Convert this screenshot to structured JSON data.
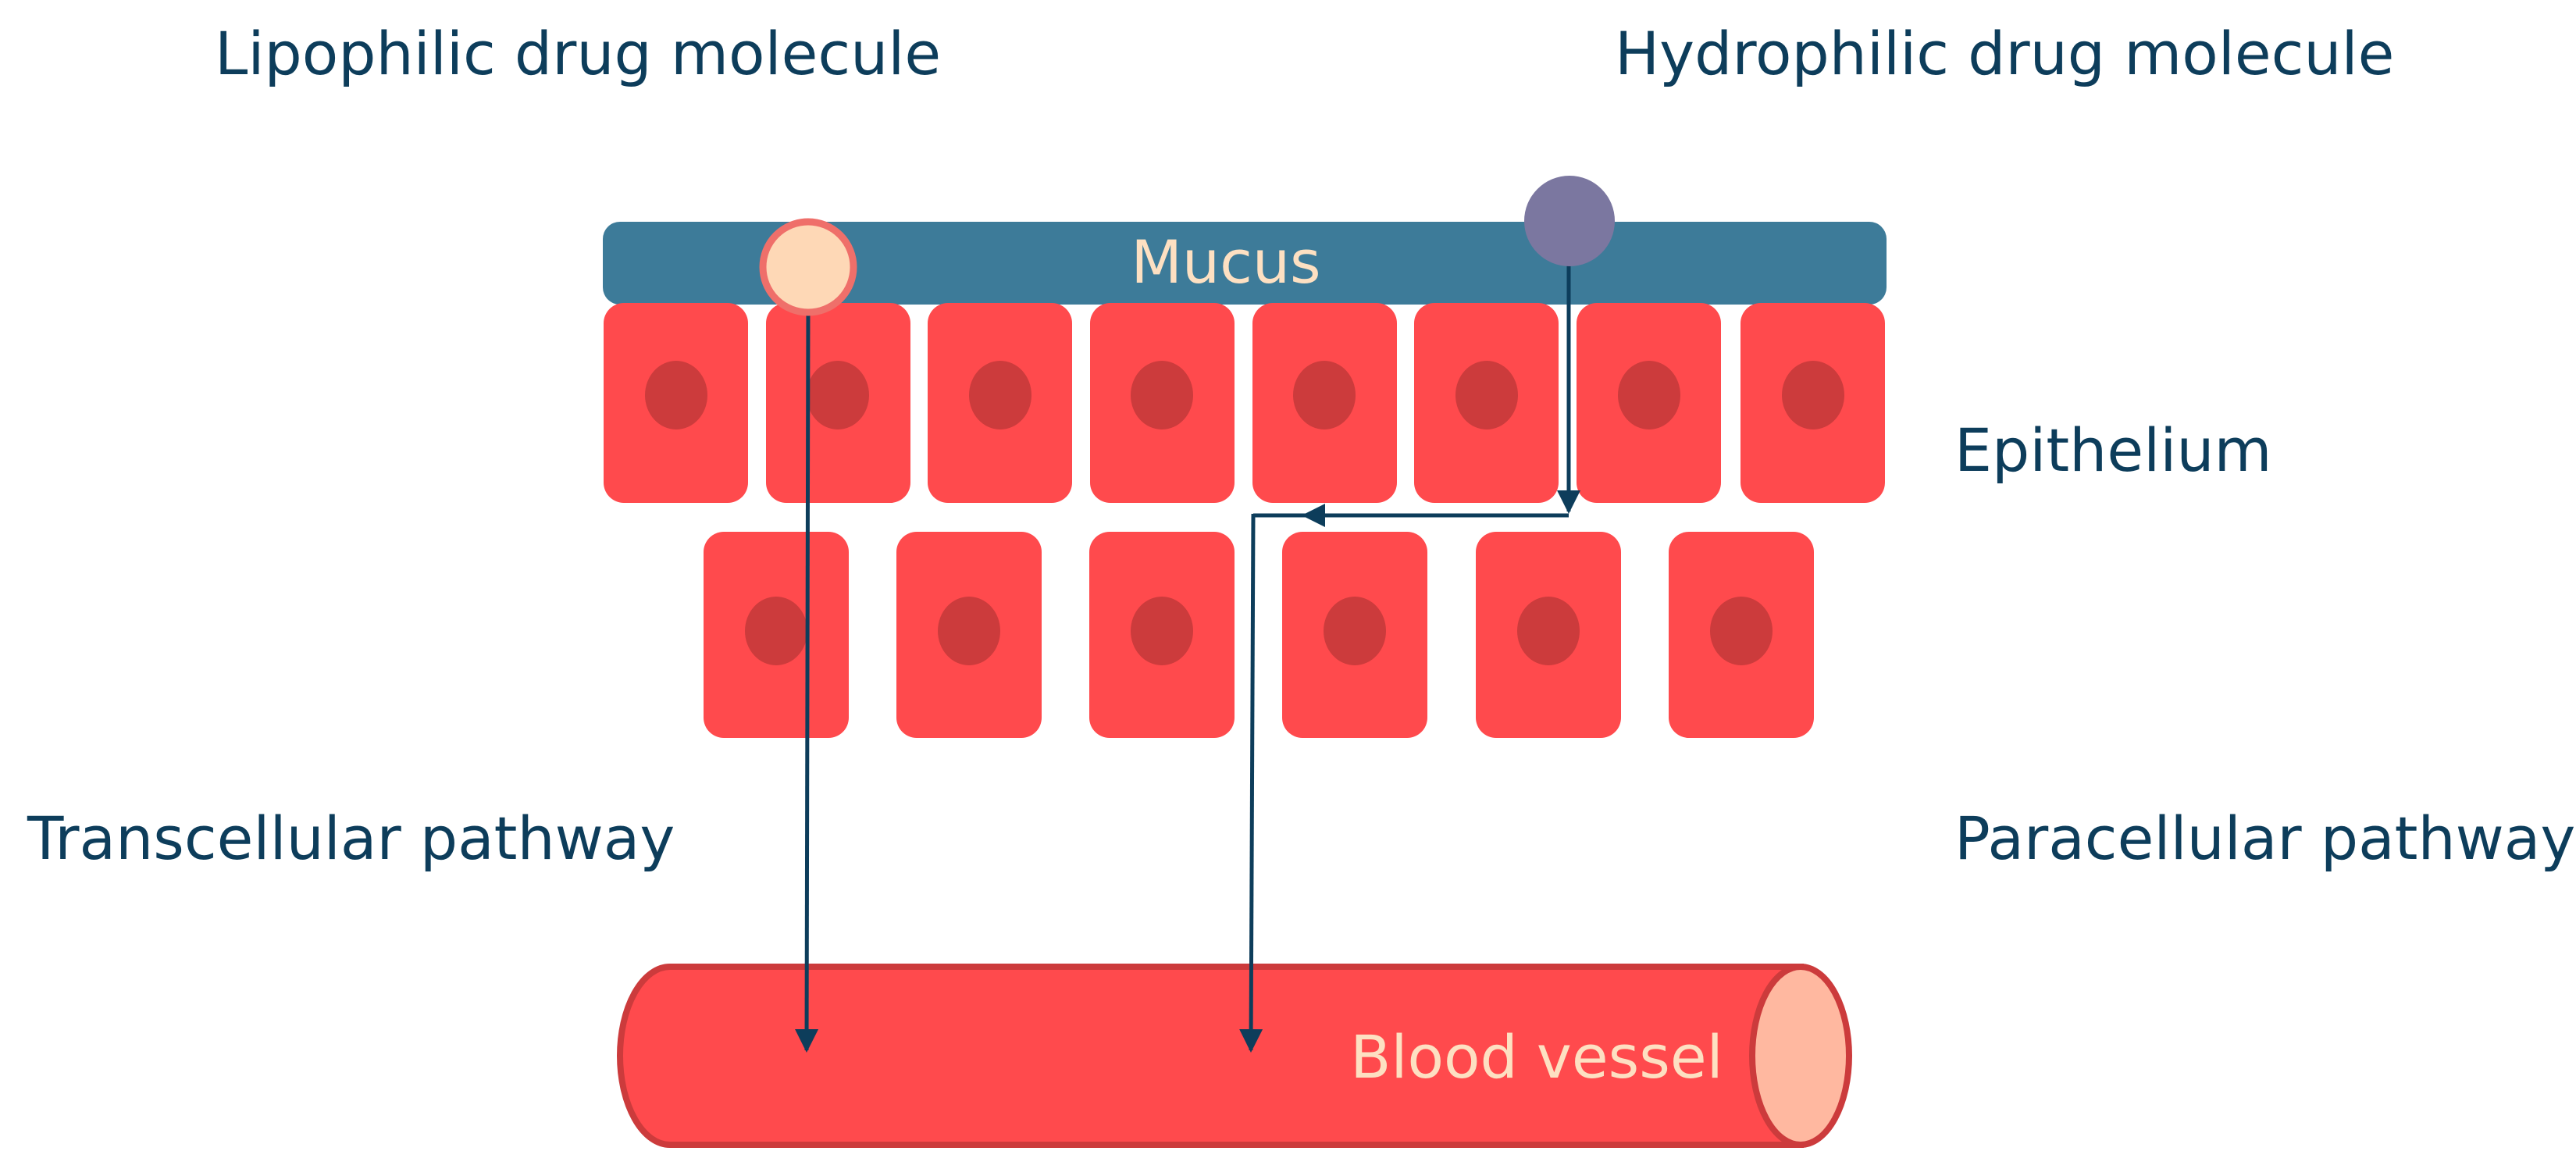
{
  "labels": {
    "lipophilic": "Lipophilic  drug molecule",
    "hydrophilic": "Hydrophilic  drug molecule",
    "mucus": "Mucus",
    "epithelium": "Epithelium",
    "transcellular": "Transcellular pathway",
    "paracellular": "Paracellular pathway",
    "blood_vessel": "Blood vessel"
  },
  "colors": {
    "text": "#0d3d5b",
    "mucus_band": "#3d7b99",
    "mucus_text": "#fde0c2",
    "cell": "#ff4a4d",
    "nucleus": "#cc3b3c",
    "lipophilic_fill": "#fed8b6",
    "lipophilic_stroke": "#ef6f6a",
    "hydrophilic_fill": "#7b77a0",
    "arrow": "#0d3d5b",
    "vessel": "#ff4a4d",
    "vessel_outline": "#cc3b3c",
    "vessel_end": "#ffb8a0",
    "vessel_text": "#fde0c2"
  }
}
